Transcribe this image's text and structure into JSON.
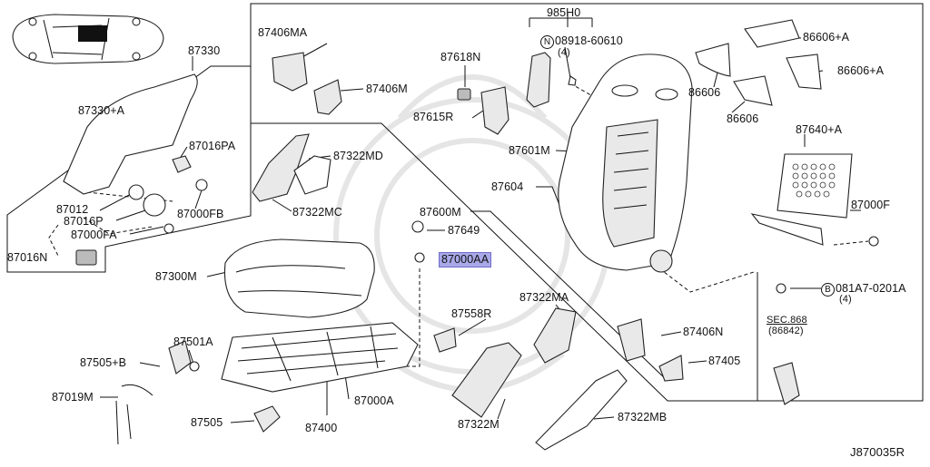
{
  "diagram": {
    "diagram_id": "J870035R",
    "sec_ref": "SEC.868",
    "sec_sub": "(86842)",
    "labels": {
      "p985H0": "985H0",
      "p08918": "08918-60610",
      "p08918_qty": "(4)",
      "p081A7": "081A7-0201A",
      "p081A7_qty": "(4)",
      "p87406MA": "87406MA",
      "p87406M": "87406M",
      "p87618N": "87618N",
      "p87615R": "87615R",
      "p86606A_1": "86606+A",
      "p86606A_2": "86606+A",
      "p86606_1": "86606",
      "p86606_2": "86606",
      "p87330": "87330",
      "p87330A": "87330+A",
      "p87016PA": "87016PA",
      "p87012": "87012",
      "p87016P": "87016P",
      "p87000FB": "87000FB",
      "p87000FA": "87000FA",
      "p87016N": "87016N",
      "p87322MD": "87322MD",
      "p87322MC": "87322MC",
      "p87601M": "87601M",
      "p87604": "87604",
      "p87600M": "87600M",
      "p87649": "87649",
      "p87000AA": "87000AA",
      "p87640A": "87640+A",
      "p87000F": "87000F",
      "p87300M": "87300M",
      "p87558R": "87558R",
      "p87322MA": "87322MA",
      "p87406N": "87406N",
      "p87405": "87405",
      "p87501A": "87501A",
      "p87505B": "87505+B",
      "p87019M": "87019M",
      "p87505": "87505",
      "p87400": "87400",
      "p87000A": "87000A",
      "p87322M": "87322M",
      "p87322MB": "87322MB"
    },
    "highlight_color": "#a9a8e8"
  }
}
